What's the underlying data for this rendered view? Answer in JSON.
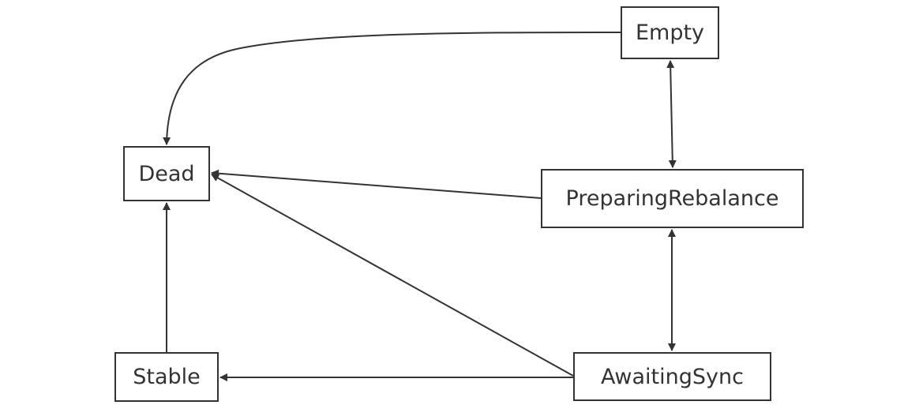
{
  "diagram": {
    "type": "state-transition",
    "line_color": "#333333",
    "states": {
      "empty": "Empty",
      "dead": "Dead",
      "preparing_rebalance": "PreparingRebalance",
      "stable": "Stable",
      "awaiting_sync": "AwaitingSync"
    },
    "transitions": [
      {
        "from": "Empty",
        "to": "Dead",
        "direction": "one-way"
      },
      {
        "from": "Empty",
        "to": "PreparingRebalance",
        "direction": "two-way"
      },
      {
        "from": "PreparingRebalance",
        "to": "Dead",
        "direction": "one-way"
      },
      {
        "from": "PreparingRebalance",
        "to": "AwaitingSync",
        "direction": "two-way"
      },
      {
        "from": "AwaitingSync",
        "to": "Dead",
        "direction": "one-way"
      },
      {
        "from": "AwaitingSync",
        "to": "Stable",
        "direction": "one-way"
      },
      {
        "from": "Stable",
        "to": "Dead",
        "direction": "one-way"
      }
    ]
  }
}
